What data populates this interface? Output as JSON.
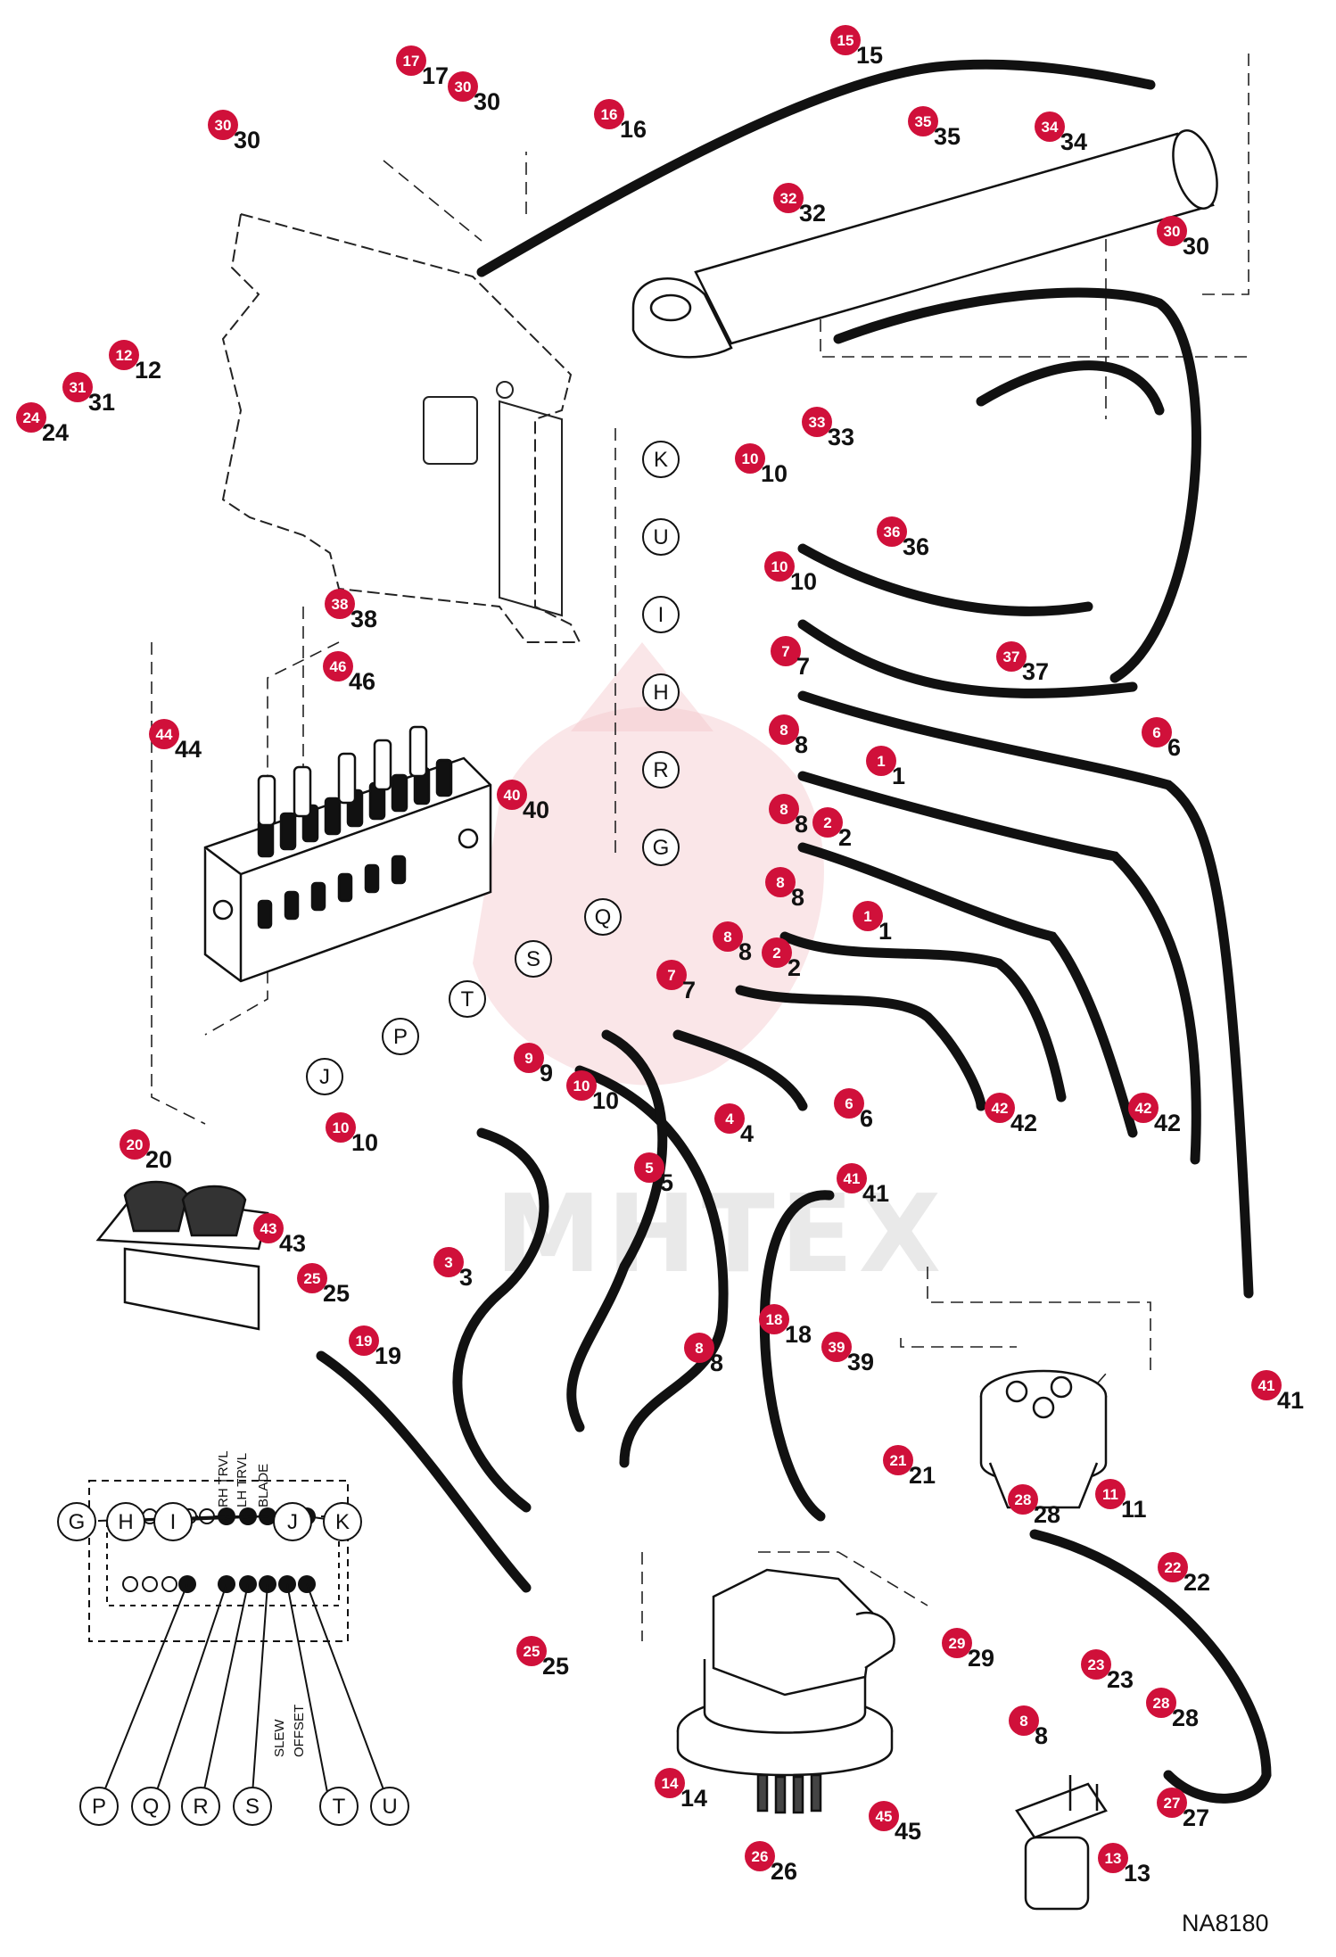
{
  "figure_id": "NA8180",
  "watermark": "MHTEX",
  "accent_color": "#d0103a",
  "callouts": [
    {
      "n": "1",
      "label": "1"
    },
    {
      "n": "1",
      "label": "1"
    },
    {
      "n": "2",
      "label": "2"
    },
    {
      "n": "2",
      "label": "2"
    },
    {
      "n": "3",
      "label": "3"
    },
    {
      "n": "4",
      "label": "4"
    },
    {
      "n": "5",
      "label": "5"
    },
    {
      "n": "6",
      "label": "6"
    },
    {
      "n": "6",
      "label": "6"
    },
    {
      "n": "7",
      "label": "7"
    },
    {
      "n": "7",
      "label": "7"
    },
    {
      "n": "8",
      "label": "8"
    },
    {
      "n": "8",
      "label": "8"
    },
    {
      "n": "8",
      "label": "8"
    },
    {
      "n": "8",
      "label": "8"
    },
    {
      "n": "8",
      "label": "8"
    },
    {
      "n": "8",
      "label": "8"
    },
    {
      "n": "9",
      "label": "9"
    },
    {
      "n": "10",
      "label": "10"
    },
    {
      "n": "10",
      "label": "10"
    },
    {
      "n": "10",
      "label": "10"
    },
    {
      "n": "10",
      "label": "10"
    },
    {
      "n": "11",
      "label": "11"
    },
    {
      "n": "12",
      "label": "12"
    },
    {
      "n": "13",
      "label": "13"
    },
    {
      "n": "14",
      "label": "14"
    },
    {
      "n": "15",
      "label": "15"
    },
    {
      "n": "16",
      "label": "16"
    },
    {
      "n": "17",
      "label": "17"
    },
    {
      "n": "18",
      "label": "18"
    },
    {
      "n": "19",
      "label": "19"
    },
    {
      "n": "20",
      "label": "20"
    },
    {
      "n": "21",
      "label": "21"
    },
    {
      "n": "22",
      "label": "22"
    },
    {
      "n": "23",
      "label": "23"
    },
    {
      "n": "24",
      "label": "24"
    },
    {
      "n": "25",
      "label": "25"
    },
    {
      "n": "25",
      "label": "25"
    },
    {
      "n": "26",
      "label": "26"
    },
    {
      "n": "27",
      "label": "27"
    },
    {
      "n": "28",
      "label": "28"
    },
    {
      "n": "28",
      "label": "28"
    },
    {
      "n": "29",
      "label": "29"
    },
    {
      "n": "30",
      "label": "30"
    },
    {
      "n": "30",
      "label": "30"
    },
    {
      "n": "30",
      "label": "30"
    },
    {
      "n": "31",
      "label": "31"
    },
    {
      "n": "32",
      "label": "32"
    },
    {
      "n": "33",
      "label": "33"
    },
    {
      "n": "34",
      "label": "34"
    },
    {
      "n": "35",
      "label": "35"
    },
    {
      "n": "36",
      "label": "36"
    },
    {
      "n": "37",
      "label": "37"
    },
    {
      "n": "38",
      "label": "38"
    },
    {
      "n": "39",
      "label": "39"
    },
    {
      "n": "40",
      "label": "40"
    },
    {
      "n": "41",
      "label": "41"
    },
    {
      "n": "41",
      "label": "41"
    },
    {
      "n": "42",
      "label": "42"
    },
    {
      "n": "42",
      "label": "42"
    },
    {
      "n": "43",
      "label": "43"
    },
    {
      "n": "44",
      "label": "44"
    },
    {
      "n": "45",
      "label": "45"
    },
    {
      "n": "46",
      "label": "46"
    }
  ],
  "port_letters": [
    "K",
    "U",
    "I",
    "H",
    "R",
    "G",
    "Q",
    "S",
    "T",
    "P",
    "J"
  ],
  "valve_inset": {
    "top_letters": [
      "G",
      "H",
      "I",
      "J",
      "K"
    ],
    "bottom_letters": [
      "P",
      "Q",
      "R",
      "S",
      "T",
      "U"
    ],
    "top_functions": [
      "RH TRVL",
      "LH TRVL",
      "BLADE"
    ],
    "bottom_functions": [
      "SLEW",
      "OFFSET"
    ]
  }
}
